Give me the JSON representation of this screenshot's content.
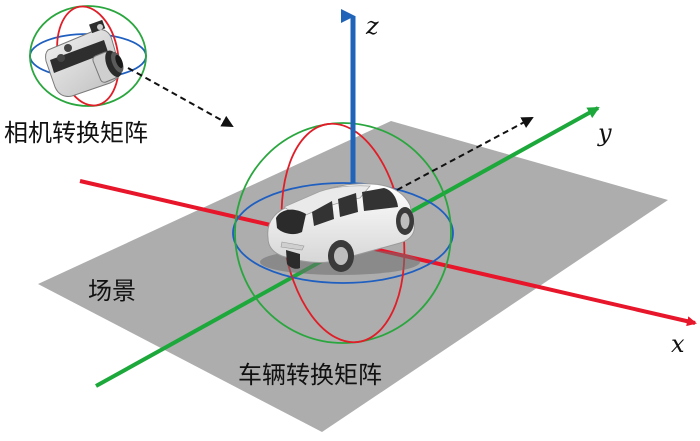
{
  "labels": {
    "camera_matrix": "相机转换矩阵",
    "scene": "场景",
    "vehicle_matrix": "车辆转换矩阵",
    "axis_x": "x",
    "axis_y": "y",
    "axis_z": "z"
  },
  "colors": {
    "x_axis": "#e8162a",
    "y_axis": "#1ca83a",
    "z_axis": "#1f64b8",
    "ground": "#adadad",
    "ring_red": "#e01e28",
    "ring_green": "#2aa63e",
    "ring_blue": "#1f5fc0",
    "dashed_arrow": "#111111"
  },
  "icons": {
    "camera": "camera-icon",
    "vehicle": "car-icon"
  }
}
